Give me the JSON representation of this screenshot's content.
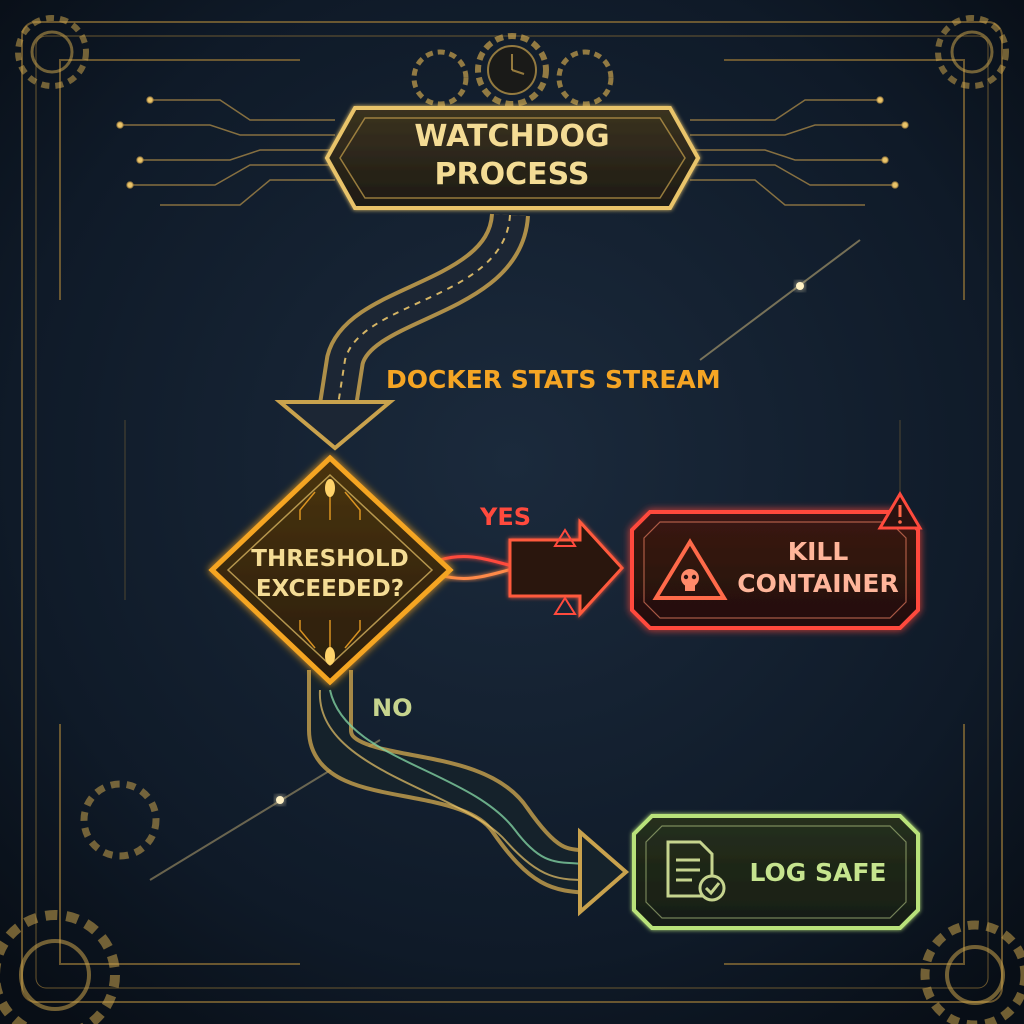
{
  "nodes": {
    "start": {
      "line1": "WATCHDOG",
      "line2": "PROCESS"
    },
    "decision": {
      "line1": "THRESHOLD",
      "line2": "EXCEEDED?"
    },
    "kill": {
      "line1": "KILL",
      "line2": "CONTAINER"
    },
    "safe": {
      "label": "LOG SAFE"
    }
  },
  "edges": {
    "stream": "DOCKER STATS STREAM",
    "yes": "YES",
    "no": "NO"
  },
  "colors": {
    "gold": "#e9c46a",
    "amber": "#f5a524",
    "red": "#ff4a3d",
    "green": "#b9e27a",
    "background": "#0d1622"
  },
  "icons": {
    "kill": "skull-warning-icon",
    "kill_corner": "warning-icon",
    "safe": "document-check-icon"
  }
}
